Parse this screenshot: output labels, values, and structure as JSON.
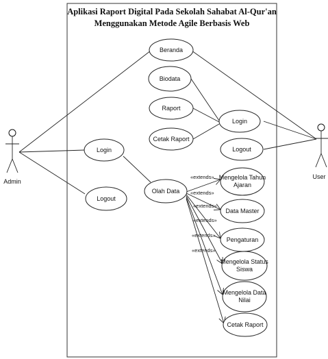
{
  "diagram": {
    "title_line1": "Aplikasi Raport Digital Pada Sekolah Sahabat Al-Qur'an",
    "title_line2": "Menggunakan Metode Agile Berbasis Web",
    "actors": {
      "admin": "Admin",
      "user": "User"
    },
    "use_cases": {
      "beranda": "Beranda",
      "biodata": "Biodata",
      "raport": "Raport",
      "cetak_raport_user": "Cetak Raport",
      "login_user": "Login",
      "logout_user": "Logout",
      "login_admin": "Login",
      "logout_admin": "Logout",
      "olah_data": "Olah Data",
      "mengelola_tahun_ajaran_1": "Mengelola Tahun",
      "mengelola_tahun_ajaran_2": "Ajaran",
      "data_master": "Data Master",
      "pengaturan": "Pengaturan",
      "mengelola_status_siswa_1": "Mengelola Status",
      "mengelola_status_siswa_2": "Siswa",
      "mengelola_data_nilai_1": "Mengelola Data",
      "mengelola_data_nilai_2": "Nilai",
      "cetak_raport_admin": "Cetak Raport"
    },
    "stereotype": "«extends»"
  }
}
